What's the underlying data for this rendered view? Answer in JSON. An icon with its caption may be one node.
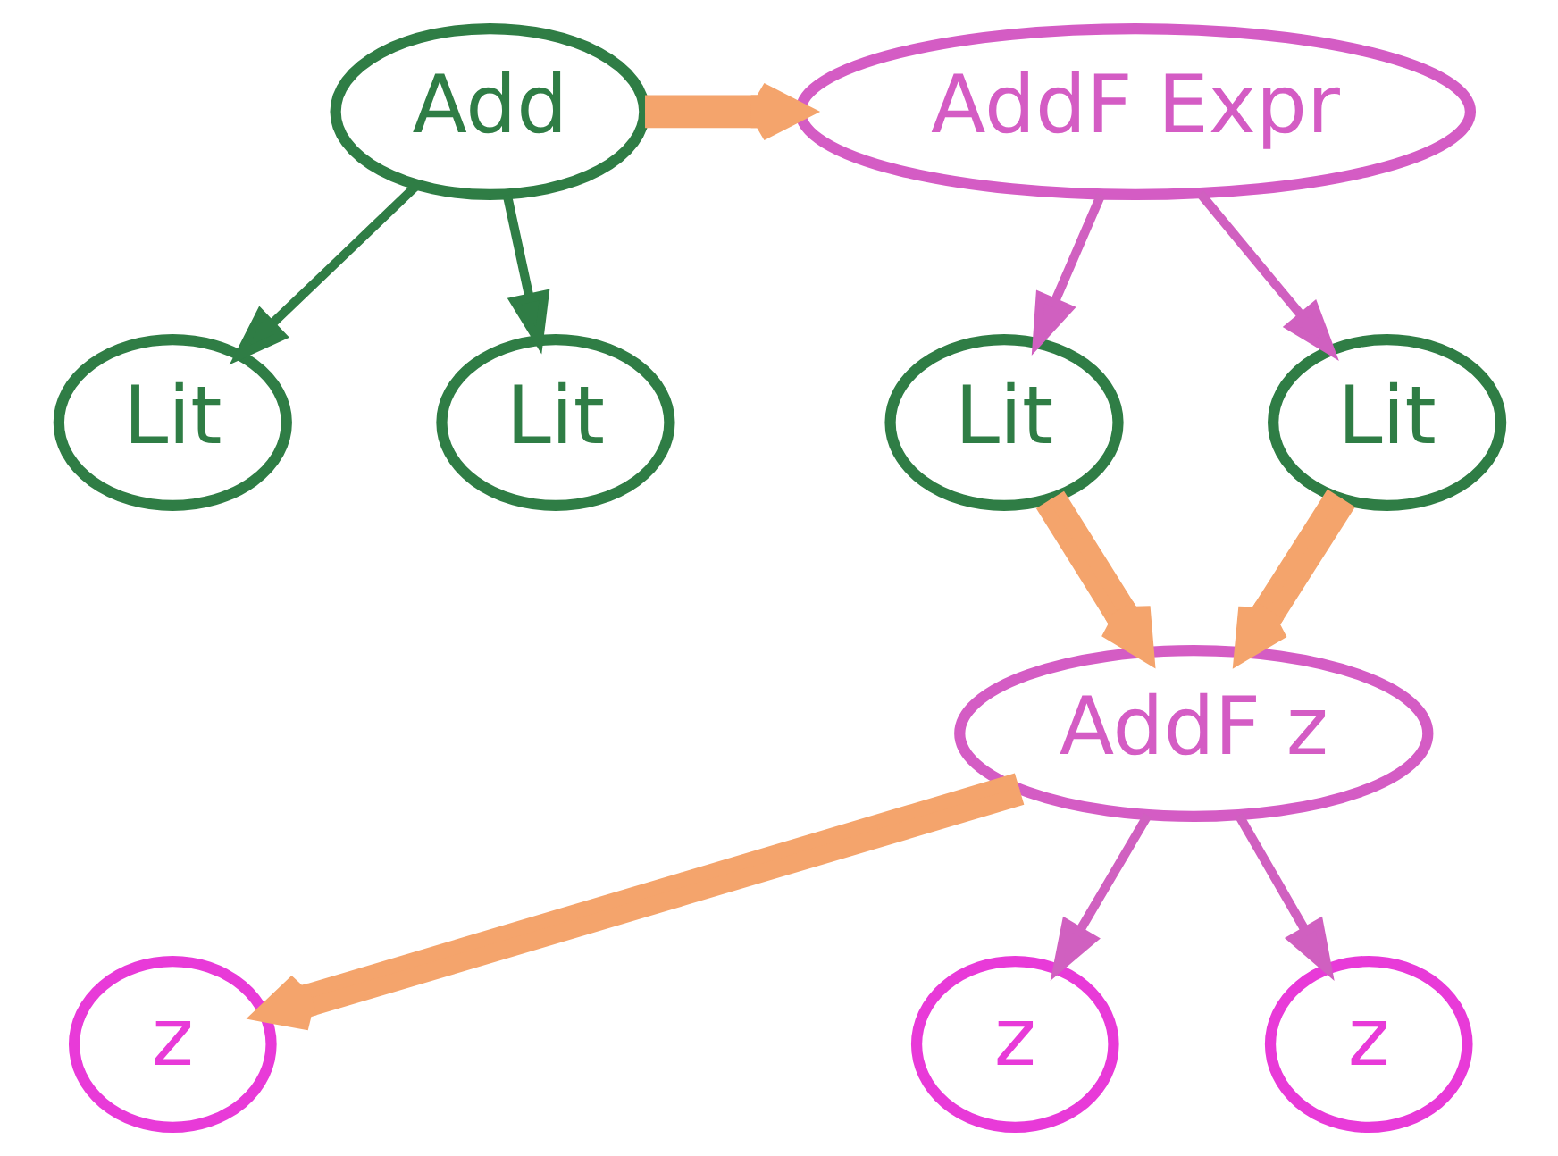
{
  "diagram": {
    "nodes": [
      {
        "text": [
          "Add"
        ]
      },
      {
        "text": [
          "Lit"
        ]
      },
      {
        "text": [
          "Lit"
        ]
      },
      {
        "text": [
          "AddF Expr"
        ]
      },
      {
        "text": [
          "Lit"
        ]
      },
      {
        "text": [
          "Lit"
        ]
      },
      {
        "text": [
          "AddF z"
        ]
      },
      {
        "text": [
          "z"
        ]
      },
      {
        "text": [
          "z"
        ]
      },
      {
        "text": [
          "z"
        ]
      }
    ],
    "edges": [
      {
        "from": 0,
        "to": 1,
        "arrow": "to",
        "color": "#2f7d45"
      },
      {
        "from": 0,
        "to": 2,
        "arrow": "to",
        "color": "#2f7d45"
      },
      {
        "from": 0,
        "to": 3,
        "arrow": "to",
        "style": "thick",
        "color": "#f4a46c"
      },
      {
        "from": 3,
        "to": 4,
        "arrow": "to"
      },
      {
        "from": 3,
        "to": 5,
        "arrow": "to"
      },
      {
        "from": 4,
        "to": 6,
        "arrow": "to",
        "style": "thick",
        "color": "#f4a46c"
      },
      {
        "from": 5,
        "to": 6,
        "arrow": "to",
        "style": "thick",
        "color": "#f4a46c"
      },
      {
        "from": 6,
        "to": 7,
        "arrow": "to"
      },
      {
        "from": 6,
        "to": 8,
        "arrow": "to"
      },
      {
        "from": 6,
        "to": 9,
        "arrow": "to",
        "style": "thick",
        "color": "#f4a46c"
      }
    ]
  }
}
